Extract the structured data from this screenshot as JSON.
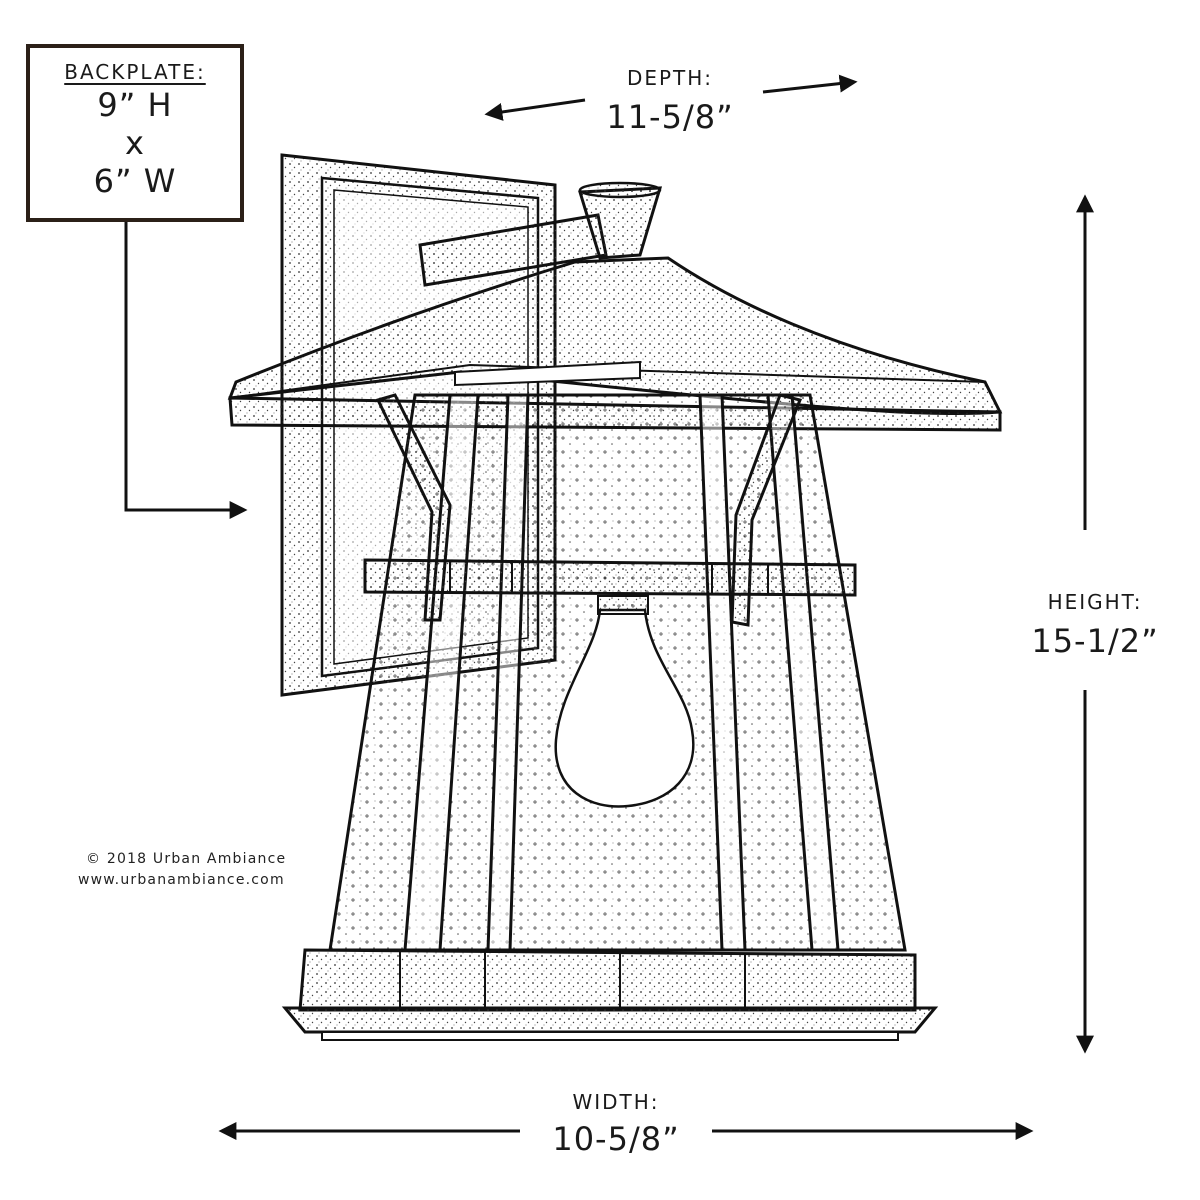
{
  "backplate": {
    "title": "BACKPLATE:",
    "height": "9” H",
    "times": "x",
    "width": "6” W"
  },
  "depth": {
    "label": "DEPTH:",
    "value": "11-5/8”"
  },
  "height": {
    "label": "HEIGHT:",
    "value": "15-1/2”"
  },
  "width": {
    "label": "WIDTH:",
    "value": "10-5/8”"
  },
  "credits": {
    "copyright": "© 2018 Urban Ambiance",
    "website": "www.urbanambiance.com"
  },
  "colors": {
    "ink": "#1a1a1a",
    "frame": "#2b2018",
    "background": "#ffffff"
  }
}
